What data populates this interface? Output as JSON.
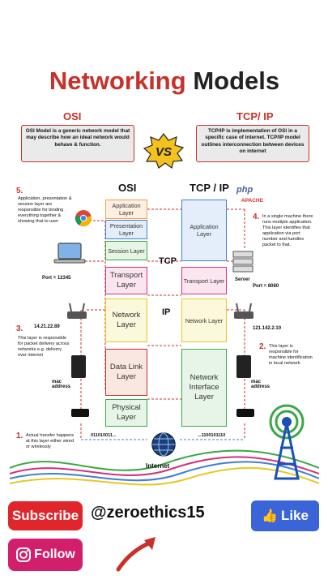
{
  "title": {
    "part1": "Networking",
    "part2": "Models"
  },
  "osi_header": "OSI",
  "tcpip_header": "TCP/ IP",
  "osi_desc": "OSI Model is a generic network model that may describe how an ideal network would behave & function.",
  "tcpip_desc": "TCP/IP is implementation of OSI in a specific case of internet. TCP/IP model outlines interconnection between devices on internet",
  "vs_label": "VS",
  "col_osi": "OSI",
  "col_tcpip": "TCP / IP",
  "osi_layers": [
    "Application Layer",
    "Presentation Layer",
    "Session Layer",
    "Transport Layer",
    "Network Layer",
    "Data Link Layer",
    "Physical Layer"
  ],
  "tcpip_layers": [
    "Application Layer",
    "Transport Layer",
    "Network Layer",
    "Network Interface Layer"
  ],
  "labels": {
    "tcp": "TCP",
    "ip": "IP",
    "internet": "Internet",
    "port_left": "Port = 12345",
    "port_right": "Port = 8080",
    "ip_left": "14.21.22.89",
    "ip_right": "121.142.2.10",
    "mac_left": "mac address",
    "mac_right": "mac address",
    "server": "Server",
    "php": "php",
    "apache": "APACHE",
    "bits_left": "011010011...",
    "bits_right": "...1100101110"
  },
  "notes": {
    "n5": {
      "num": "5.",
      "text": "Application, presentation & session layer are responsible for binding everything together & showing that to user"
    },
    "n4": {
      "num": "4.",
      "text": "In a single machine there runs multiple application. This layer identifies that application via port number and handles packet to that."
    },
    "n3": {
      "num": "3.",
      "text": "This layer is responsible for packet delivery across networks e.g. delivery over internet"
    },
    "n2": {
      "num": "2.",
      "text": "This layer is responsible for machine identification in local network"
    },
    "n1": {
      "num": "1.",
      "text": "Actual transfer happens at this layer either wired or wirelessly"
    }
  },
  "footer": {
    "subscribe": "Subscribe",
    "follow": "Follow",
    "handle": "@zeroethics15",
    "like": "Like"
  },
  "colors": {
    "red": "#c8302a",
    "orange_layer": "#f0a050",
    "blue_layer": "#3d7fd6",
    "green_layer": "#3aa845",
    "pink_layer": "#d6307a",
    "yellow_layer": "#e8c820"
  }
}
